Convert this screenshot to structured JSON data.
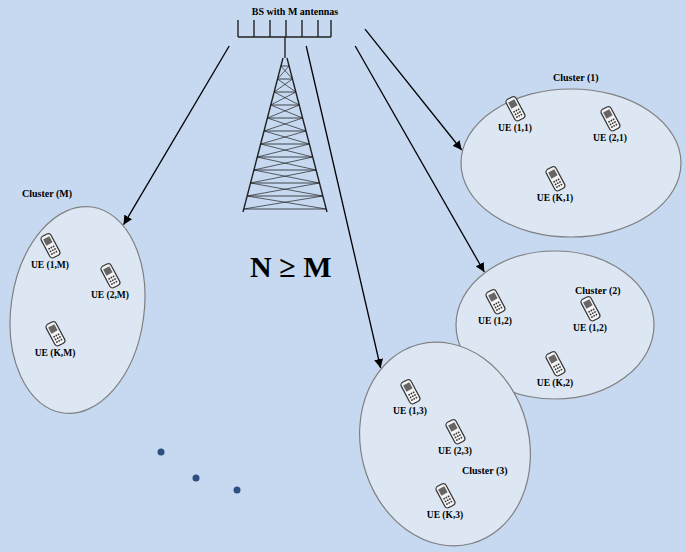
{
  "diagram": {
    "nodes": [
      {
        "text": [
          "BS with M antennas"
        ]
      },
      {
        "text": [
          "Cluster (1)"
        ]
      },
      {
        "text": [
          "UE (1,1)"
        ],
        "in": 1
      },
      {
        "text": [
          "UE (2,1)"
        ],
        "in": 1
      },
      {
        "text": [
          "UE (K,1)"
        ],
        "in": 1
      },
      {
        "text": [
          "Cluster (M)"
        ]
      },
      {
        "text": [
          "UE (1,M)"
        ],
        "in": 5
      },
      {
        "text": [
          "UE (2,M)"
        ],
        "in": 5
      },
      {
        "text": [
          "UE (K,M)"
        ],
        "in": 5
      },
      {
        "text": [
          "Cluster (2)"
        ]
      },
      {
        "text": [
          "UE (1,2)"
        ],
        "in": 9
      },
      {
        "text": [
          "UE (1,2)"
        ],
        "in": 9
      },
      {
        "text": [
          "UE (K,2)"
        ],
        "in": 9
      },
      {
        "text": [
          "Cluster (3)"
        ]
      },
      {
        "text": [
          "UE (1,3)"
        ],
        "in": 13
      },
      {
        "text": [
          "UE (2,3)"
        ],
        "in": 13
      },
      {
        "text": [
          "UE (K,3)"
        ],
        "in": 13
      }
    ],
    "edges": [
      {
        "from": 0,
        "to": 5,
        "arrow": "to"
      },
      {
        "from": 0,
        "to": 13,
        "arrow": "to"
      },
      {
        "from": 0,
        "to": 9,
        "arrow": "to"
      },
      {
        "from": 0,
        "to": 1,
        "arrow": "to"
      }
    ],
    "labels": [
      "N ≥ M"
    ]
  }
}
